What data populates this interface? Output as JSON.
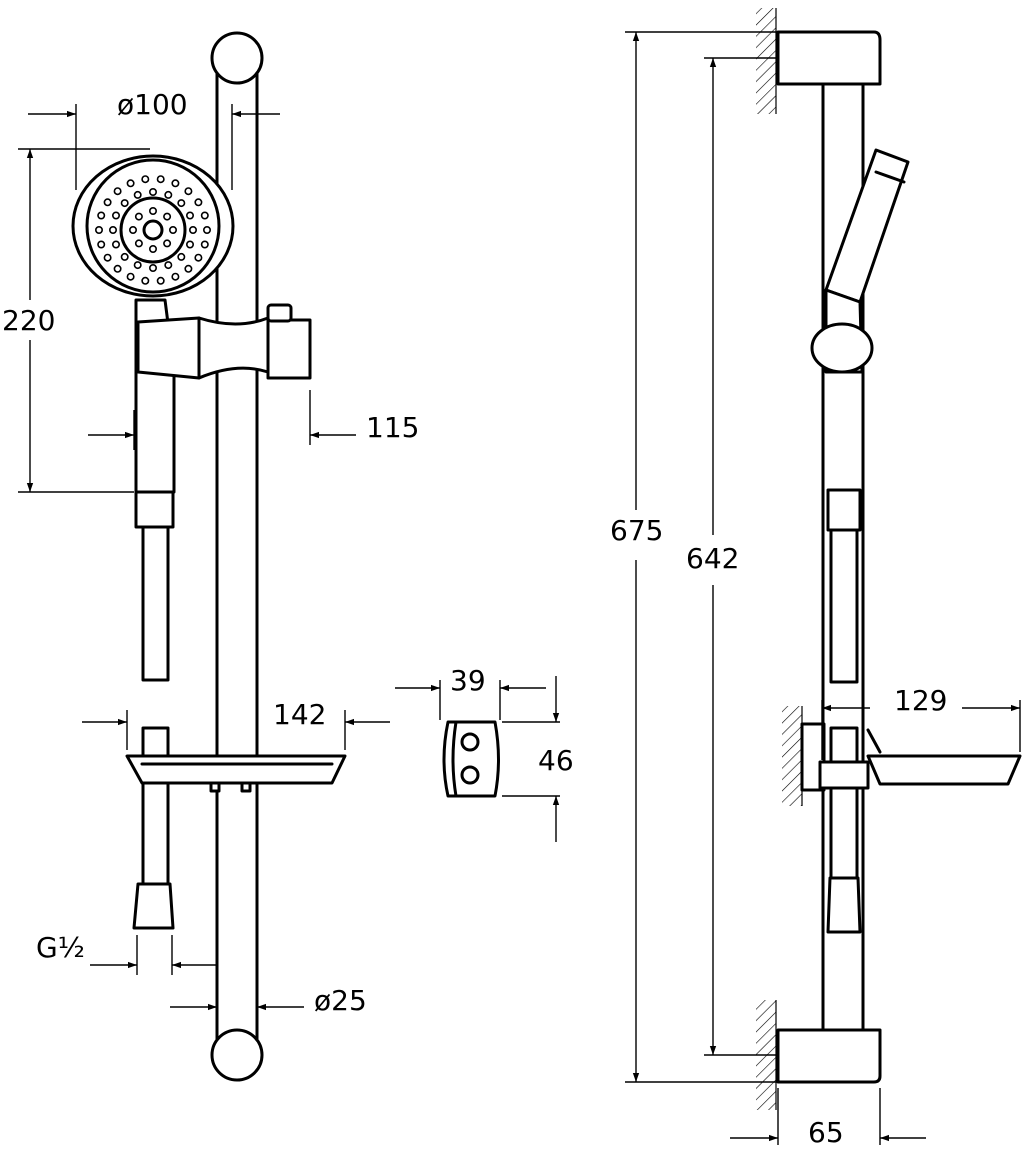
{
  "dimensions": {
    "head_diameter": "ø100",
    "head_height": "220",
    "holder_offset": "115",
    "total_height": "675",
    "rail_length": "642",
    "dish_width": "142",
    "bracket_width": "39",
    "bracket_height": "46",
    "dish_projection": "129",
    "connection_thread": "G½",
    "rail_diameter": "ø25",
    "wall_projection": "65"
  }
}
